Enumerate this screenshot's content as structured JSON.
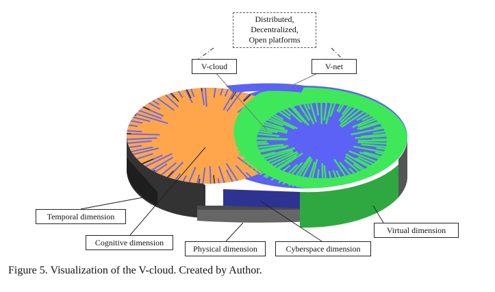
{
  "figure": {
    "platforms_box": {
      "lines": [
        "Distributed,",
        "Decentralized,",
        "Open platforms"
      ]
    },
    "labels": {
      "vcloud": "V-cloud",
      "vnet": "V-net",
      "temporal": "Temporal dimension",
      "cognitive": "Cognitive dimension",
      "physical": "Physical dimension",
      "cyberspace": "Cyberspace dimension",
      "virtual": "Virtual dimension"
    },
    "colors": {
      "orange": "#FFA64D",
      "blue": "#5B62F5",
      "green": "#3FE85A",
      "dark_green": "#2FA842",
      "dark_gray": "#333333",
      "mid_gray": "#666666",
      "navy": "#2E3392"
    },
    "caption": "Figure 5. Visualization of the V-cloud. Created by Author."
  }
}
